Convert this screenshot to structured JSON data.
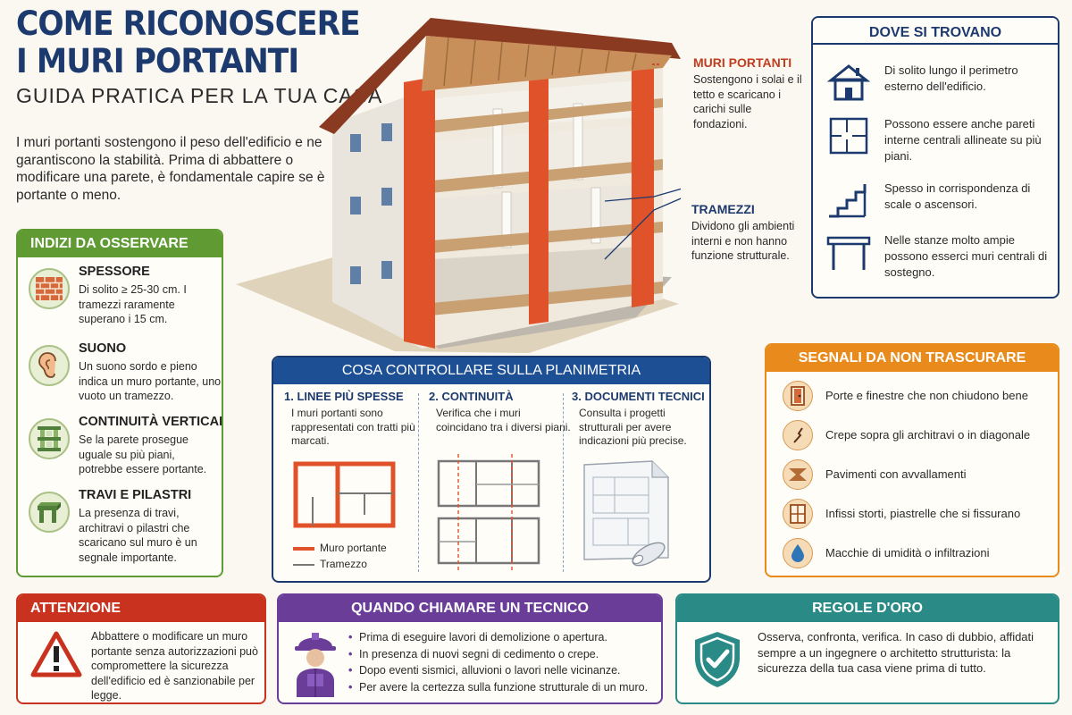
{
  "title": {
    "line1": "COME RICONOSCERE",
    "line2": "I MURI PORTANTI",
    "subtitle": "GUIDA PRATICA PER LA TUA CASA"
  },
  "intro": "I muri portanti sostengono il peso dell'edificio e ne garantiscono la stabilità. Prima di abbattere o modificare una parete, è fondamentale capire se è portante o meno.",
  "colors": {
    "navy": "#1d3a6e",
    "green": "#5f9b32",
    "orange": "#e88b1c",
    "red": "#c8321e",
    "purple": "#6a3d98",
    "teal": "#2a8a86",
    "wall_red": "#e0532a"
  },
  "indizi": {
    "title": "INDIZI DA OSSERVARE",
    "items": [
      {
        "icon": "brick-wall-icon",
        "title": "SPESSORE",
        "text": "Di solito ≥ 25-30 cm. I tramezzi raramente superano i 15 cm."
      },
      {
        "icon": "ear-icon",
        "title": "SUONO",
        "text": "Un suono sordo e pieno indica un muro portante, uno vuoto un tramezzo."
      },
      {
        "icon": "stacked-floors-icon",
        "title": "CONTINUITÀ VERTICALE",
        "text": "Se la parete prosegue uguale su più piani, potrebbe essere portante."
      },
      {
        "icon": "beam-icon",
        "title": "TRAVI E PILASTRI",
        "text": "La presenza di travi, architravi o pilastri che scaricano sul muro è un segnale importante."
      }
    ]
  },
  "house": {
    "muri_title": "MURI PORTANTI",
    "muri_text": "Sostengono i solai e il tetto e scaricano i carichi sulle fondazioni.",
    "tramezzi_title": "TRAMEZZI",
    "tramezzi_text": "Dividono gli ambienti interni e non hanno funzione strutturale."
  },
  "dove": {
    "title": "DOVE SI TROVANO",
    "items": [
      {
        "icon": "house-icon",
        "text": "Di solito lungo il perimetro esterno dell'edificio."
      },
      {
        "icon": "floorplan-icon",
        "text": "Possono essere anche pareti interne centrali allineate su più piani."
      },
      {
        "icon": "stairs-icon",
        "text": "Spesso in corrispondenza di scale o ascensori."
      },
      {
        "icon": "portal-frame-icon",
        "text": "Nelle stanze molto ampie possono esserci muri centrali di sostegno."
      }
    ]
  },
  "segnali": {
    "title": "SEGNALI DA NON TRASCURARE",
    "items": [
      {
        "icon": "door-icon",
        "text": "Porte e finestre che non chiudono bene"
      },
      {
        "icon": "crack-icon",
        "text": "Crepe sopra gli architravi o in diagonale"
      },
      {
        "icon": "floor-sag-icon",
        "text": "Pavimenti con avvallamenti"
      },
      {
        "icon": "window-icon",
        "text": "Infissi storti, piastrelle che si fissurano"
      },
      {
        "icon": "water-drop-icon",
        "text": "Macchie di umidità o infiltrazioni"
      }
    ]
  },
  "planimetria": {
    "title": "COSA CONTROLLARE SULLA PLANIMETRIA",
    "columns": [
      {
        "title": "1. LINEE PIÙ SPESSE",
        "text": "I muri portanti sono rappresentati con tratti più marcati."
      },
      {
        "title": "2. CONTINUITÀ",
        "text": "Verifica che i muri coincidano tra i diversi piani."
      },
      {
        "title": "3. DOCUMENTI TECNICI",
        "text": "Consulta i progetti strutturali per avere indicazioni più precise."
      }
    ],
    "legend_portante": "Muro portante",
    "legend_tramezzo": "Tramezzo"
  },
  "attenzione": {
    "title": "ATTENZIONE",
    "text": "Abbattere o modificare un muro portante senza autorizzazioni può compromettere la sicurezza dell'edificio ed è sanzionabile per legge."
  },
  "quando": {
    "title": "QUANDO CHIAMARE UN TECNICO",
    "items": [
      "Prima di eseguire lavori di demolizione o apertura.",
      "In presenza di nuovi segni di cedimento o crepe.",
      "Dopo eventi sismici, alluvioni o lavori nelle vicinanze.",
      "Per avere la certezza sulla funzione strutturale di un muro."
    ]
  },
  "regole": {
    "title": "REGOLE D'ORO",
    "text": "Osserva, confronta, verifica. In caso di dubbio, affidati sempre a un ingegnere o architetto strutturista: la sicurezza della tua casa viene prima di tutto."
  }
}
